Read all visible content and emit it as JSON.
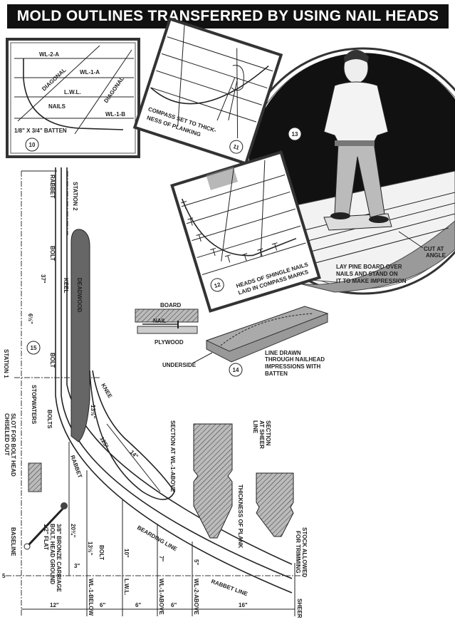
{
  "title": "MOLD OUTLINES TRANSFERRED BY USING NAIL HEADS",
  "fig10": {
    "number": "10",
    "wl2a": "WL-2-A",
    "wl1a": "WL-1-A",
    "diagonal_1": "DIAGONAL",
    "diagonal_2": "DIAGONAL",
    "lwl": "L.W.L.",
    "nails": "NAILS",
    "wl1b": "WL-1-B",
    "batten": "1/8\" X 3/4\" BATTEN"
  },
  "fig11": {
    "number": "11",
    "caption_1": "COMPASS SET TO THICK-",
    "caption_2": "NESS OF PLANKING"
  },
  "fig12": {
    "number": "12",
    "caption_1": "HEADS OF SHINGLE NAILS",
    "caption_2": "LAID IN COMPASS MARKS"
  },
  "fig13": {
    "number": "13",
    "cut_1": "CUT AT",
    "cut_2": "ANGLE",
    "lay_1": "LAY PINE BOARD OVER",
    "lay_2": "NAILS AND STAND ON",
    "lay_3": "IT TO MAKE IMPRESSION"
  },
  "fig14": {
    "number": "14",
    "board": "BOARD",
    "nail": "NAIL",
    "plywood": "PLYWOOD",
    "underside": "UNDERSIDE",
    "line_1": "LINE DRAWN",
    "line_2": "THROUGH NAILHEAD",
    "line_3": "IMPRESSIONS WITH",
    "line_4": "BATTEN"
  },
  "fig15": {
    "number": "15",
    "station_2": "STATION 2",
    "station_1": "STATION 1",
    "rabbet_top": "RABBET",
    "bolt_top": "BOLT",
    "keel": "KEEL",
    "deadwood": "DEADWOOD",
    "dim_37": "37\"",
    "dim_6_5": "6½\"",
    "bolt_mid": "BOLT",
    "stopwaters": "STOPWATERS",
    "bolts": "BOLTS",
    "knee": "KNEE",
    "dim_13_5_knee": "13½\"",
    "angle_125": "125°",
    "dim_14": "14\"",
    "slot_1": "SLOT FOR BOLT HEAD",
    "slot_2": "CHISELED OUT",
    "rabbet_lower": "RABBET",
    "baseline": "BASELINE",
    "bolt_note_1": "3/8\" BRONZE CARRIAGE",
    "bolt_note_2": "BOLT, HEAD GROUND",
    "bolt_note_3": "1/2\" FLAT",
    "dim_20_75": "20¾\"",
    "dim_13_5": "13½\"",
    "dim_3": "3\"",
    "bolt_lower": "BOLT",
    "dim_10": "10\"",
    "dim_7": "7\"",
    "dim_5": "5\"",
    "bearding_line": "BEARDING LINE",
    "rabbet_line": "RABBET LINE",
    "section_wl": "SECTION AT WL-1-ABOVE",
    "section_sheer_1": "SECTION",
    "section_sheer_2": "AT SHEER",
    "section_sheer_3": "LINE",
    "thickness": "THICKNESS OF PLANK",
    "stock_1": "STOCK ALLOWED",
    "stock_2": "FOR TRIMMING",
    "wl1_below": "WL-1-BELOW",
    "lwl": "L.W.L.",
    "wl1_above": "WL-1-ABOVE",
    "wl2_above": "WL-2-ABOVE",
    "sheer": "SHEER",
    "baseline_mark": "5",
    "bottom_dims": [
      "12\"",
      "6\"",
      "6\"",
      "6\"",
      "16\""
    ]
  }
}
